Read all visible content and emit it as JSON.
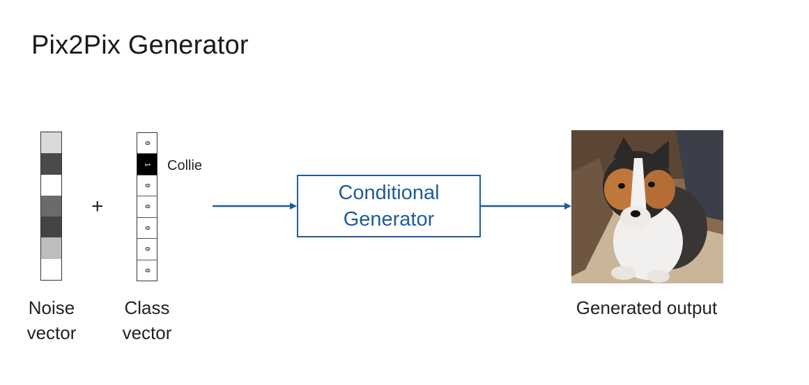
{
  "title": "Pix2Pix Generator",
  "noise_vector": {
    "caption_line1": "Noise",
    "caption_line2": "vector",
    "cell_colors": [
      "#d9d9d9",
      "#4a4a4a",
      "#ffffff",
      "#6b6b6b",
      "#444444",
      "#bdbdbd",
      "#ffffff"
    ]
  },
  "operator": "+",
  "class_vector": {
    "caption_line1": "Class",
    "caption_line2": "vector",
    "values": [
      "0",
      "1",
      "0",
      "0",
      "0",
      "0",
      "0"
    ],
    "active_label": "Collie"
  },
  "generator": {
    "line1": "Conditional",
    "line2": "Generator",
    "color": "#1f5c96"
  },
  "output": {
    "caption": "Generated output",
    "image_icon": "collie-dog-photo"
  }
}
